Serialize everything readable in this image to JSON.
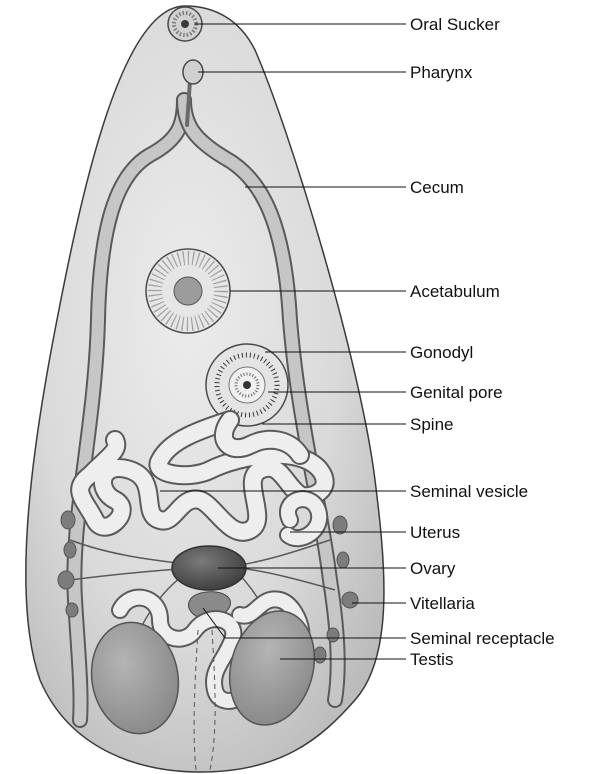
{
  "figure": {
    "labels": {
      "oral_sucker": "Oral Sucker",
      "pharynx": "Pharynx",
      "cecum": "Cecum",
      "acetabulum": "Acetabulum",
      "gonodyl": "Gonodyl",
      "genital_pore": "Genital pore",
      "spine": "Spine",
      "seminal_vesicle": "Seminal vesicle",
      "uterus": "Uterus",
      "ovary": "Ovary",
      "vitellaria": "Vitellaria",
      "seminal_receptacle": "Seminal receptacle",
      "testis": "Testis"
    }
  },
  "colors": {
    "body_fill": "#d9d9d9",
    "outline": "#3a3a3a",
    "cecum_fill": "#c4c4c4",
    "uterus_fill": "#eeeeee",
    "ovary_fill": "#4f4f4f",
    "testis_fill": "#9a9a9a",
    "vitellaria_fill": "#7c7c7c"
  }
}
